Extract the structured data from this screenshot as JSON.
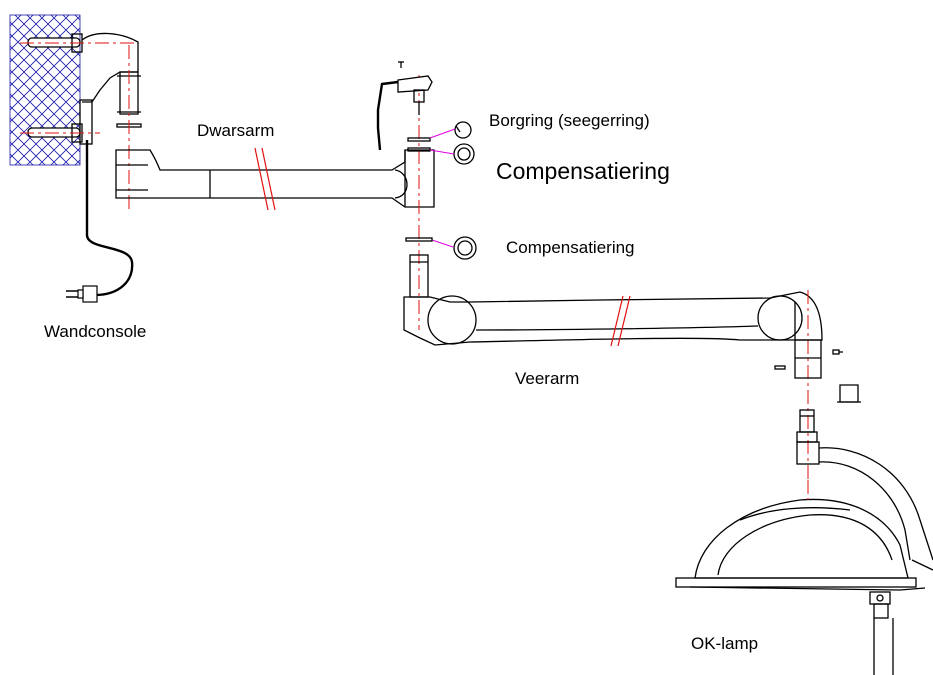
{
  "labels": {
    "dwarsarm": "Dwarsarm",
    "borgring": "Borgring (seegerring)",
    "compensatiering_large": "Compensatiering",
    "compensatiering": "Compensatiering",
    "wandconsole": "Wandconsole",
    "veerarm": "Veerarm",
    "ok_lamp": "OK-lamp"
  },
  "colors": {
    "outline": "#000000",
    "centerline": "#e01010",
    "leader": "#e000e0",
    "wall_hatch": "#1a1aa8"
  }
}
